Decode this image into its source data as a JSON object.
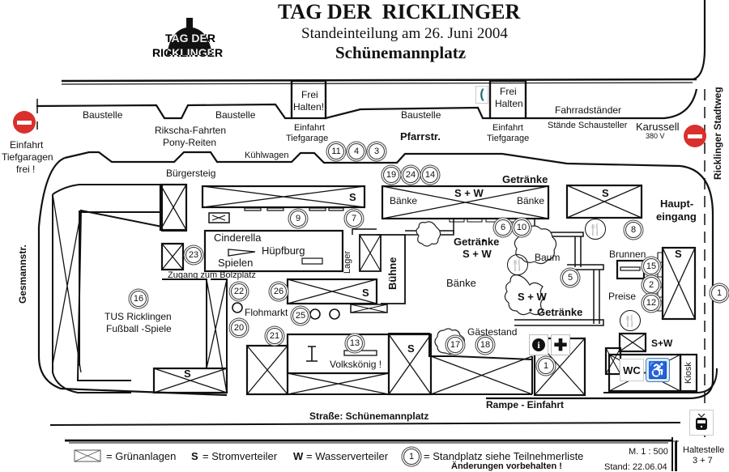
{
  "header": {
    "logo_line1": "TAG DER",
    "logo_line2": "RICKLINGER",
    "title": "TAG DER  RICKLINGER",
    "subtitle": "Standeinteilung am 26. Juni 2004",
    "place": "Schünemannplatz"
  },
  "streets": {
    "pfarrstr": "Pfarrstr.",
    "gesmannstr": "Gesmannstr.",
    "ricklinger_stadtweg": "Ricklinger Stadtweg",
    "schuenemannplatz": "Straße: Schünemannplatz"
  },
  "labels": {
    "baustelle_1": "Baustelle",
    "baustelle_2": "Baustelle",
    "baustelle_3": "Baustelle",
    "frei_halten_1_a": "Frei",
    "frei_halten_1_b": "Halten!",
    "frei_halten_2_a": "Frei",
    "frei_halten_2_b": "Halten",
    "einfahrt_tiefgaragen_a": "Einfahrt",
    "einfahrt_tiefgaragen_b": "Tiefgaragen",
    "einfahrt_tiefgaragen_c": "frei !",
    "rikscha": "Rikscha-Fahrten",
    "pony": "Pony-Reiten",
    "einfahrt_tg1_a": "Einfahrt",
    "einfahrt_tg1_b": "Tiefgarage",
    "einfahrt_tg2_a": "Einfahrt",
    "einfahrt_tg2_b": "Tiefgarage",
    "kuehlwagen": "Kühlwagen",
    "fahrradstaender": "Fahrradständer",
    "staende_schausteller": "Stände Schausteller",
    "karussell": "Karussell",
    "karussell_volt": "380 V",
    "buergersteig": "Bürgersteig",
    "getraenke_top": "Getränke",
    "baenke_left": "Bänke",
    "baenke_right": "Bänke",
    "s_plus_w_top": "S + W",
    "haupteingang_a": "Haupt-",
    "haupteingang_b": "eingang",
    "cinderella": "Cinderella",
    "huepfburg": "Hüpfburg",
    "spielen": "Spielen",
    "lager": "Lager",
    "buehne": "Bühne",
    "getraenke_mid": "Getränke",
    "s_plus_w_mid": "S + W",
    "baum": "Baum",
    "baenke_mid": "Bänke",
    "s_plus_w_lower": "S + W",
    "getraenke_lower": "Getränke",
    "brunnen": "Brunnen",
    "preise": "Preise",
    "zugang_bolzplatz": "Zugang zum Bolzplatz",
    "tus_a": "TUS Ricklingen",
    "tus_b": "Fußball -Spiele",
    "flohmarkt": "Flohmarkt",
    "volkskoenig": "Volkskönig !",
    "gaestestand": "Gästestand",
    "rampe": "Rampe - Einfahrt",
    "s_plus_w_wc": "S+W",
    "wc": "WC",
    "kiosk": "Kiosk",
    "haltestelle_a": "Haltestelle",
    "haltestelle_b": "3 + 7",
    "strom": "S"
  },
  "stand_numbers": [
    "11",
    "4",
    "3",
    "19",
    "24",
    "14",
    "9",
    "7",
    "6",
    "10",
    "8",
    "23",
    "22",
    "26",
    "25",
    "20",
    "21",
    "13",
    "17",
    "18",
    "5",
    "15",
    "2",
    "12",
    "16",
    "1",
    "1"
  ],
  "legend": {
    "gruenanlagen": "= Grünanlagen",
    "s_key": "S",
    "s_desc": "= Stromverteiler",
    "w_key": "W",
    "w_desc": "= Wasserverteiler",
    "num_key": "1",
    "num_desc": "= Standplatz siehe Teilnehmerliste",
    "changes": "Änderungen vorbehalten !",
    "scale": "M. 1 : 500",
    "date": "Stand: 22.06.04"
  },
  "colors": {
    "no_entry": "#d9302b",
    "phone": "#1a6b6b",
    "accessible": "#3a7fc4"
  }
}
